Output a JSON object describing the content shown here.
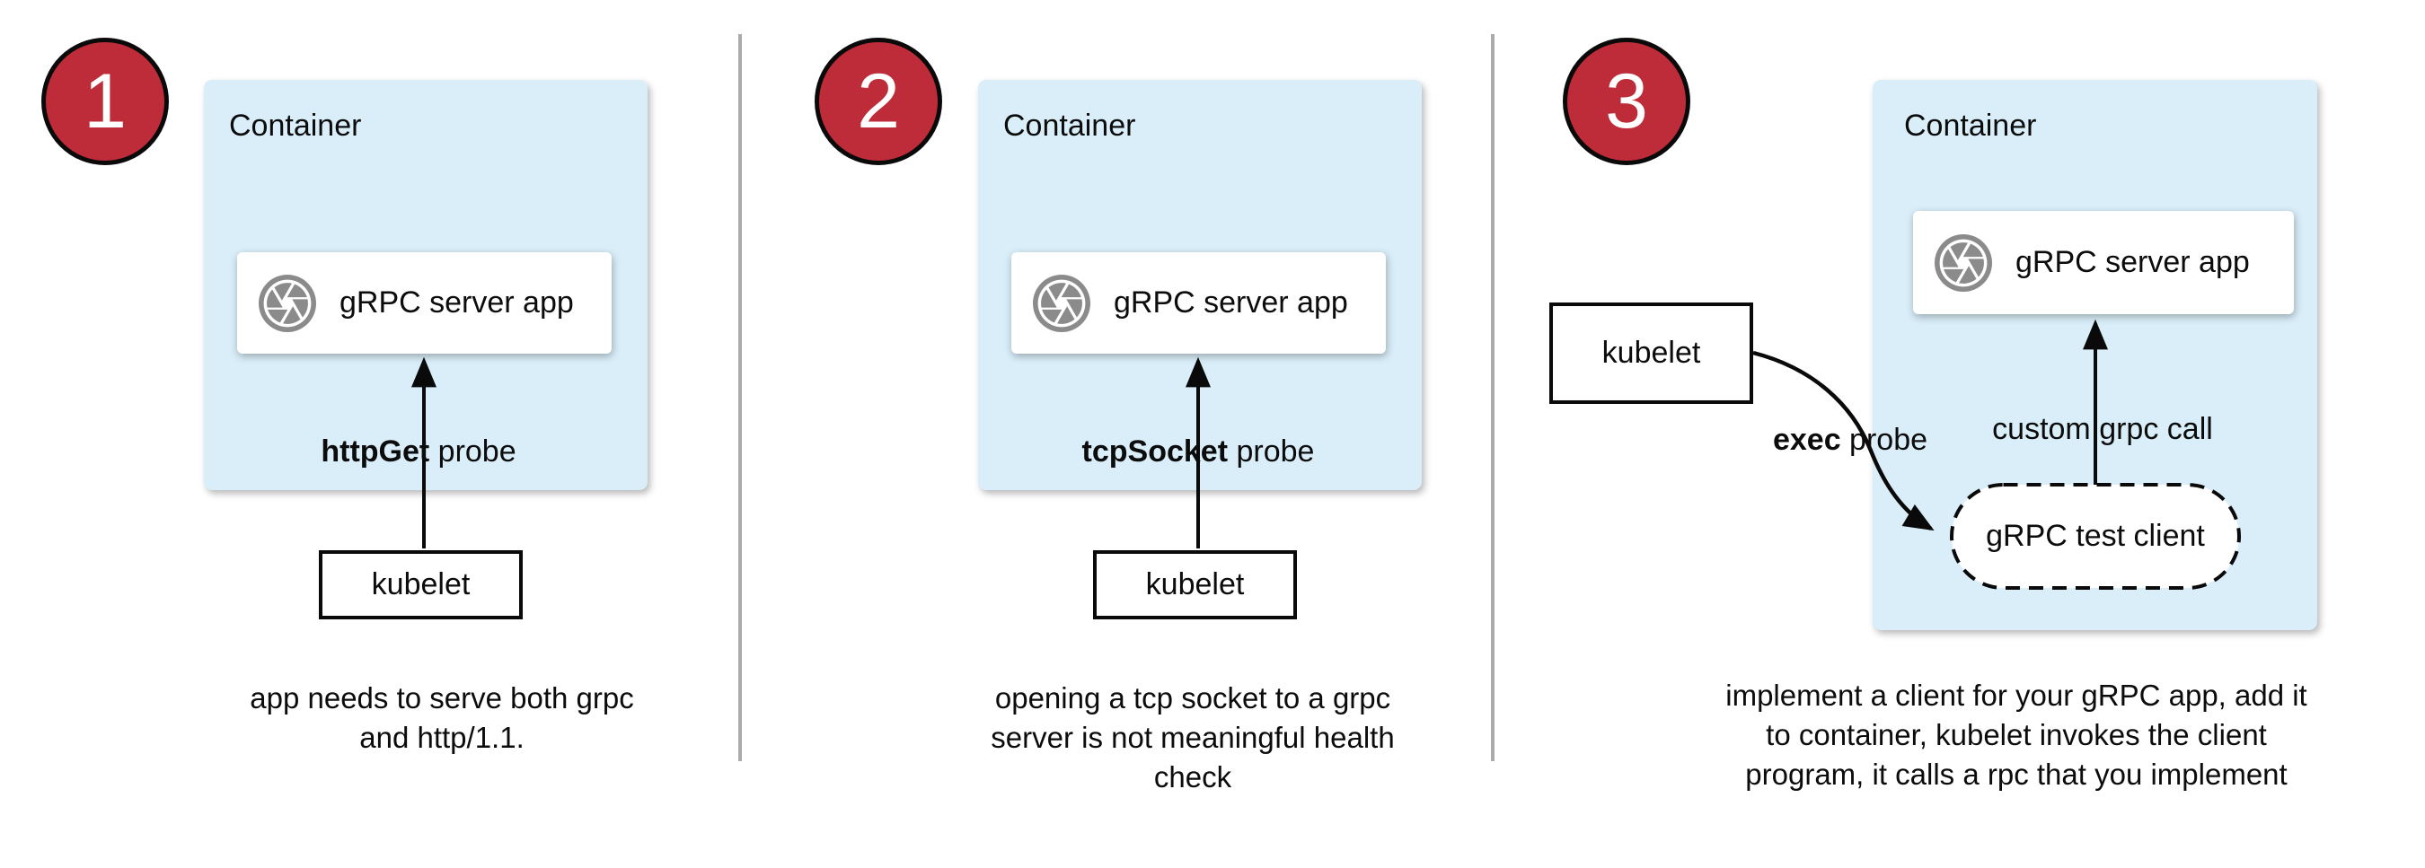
{
  "colors": {
    "accent_red": "#bf2c39",
    "container_blue": "#d9eef9",
    "icon_gray": "#8b8b8b",
    "divider_gray": "#ababab"
  },
  "panels": [
    {
      "number": "1",
      "container_label": "Container",
      "app_label": "gRPC server app",
      "app_icon": "aperture-icon",
      "probe_bold": "httpGet",
      "probe_rest": " probe",
      "kubelet_label": "kubelet",
      "caption": "app needs to serve both grpc\nand http/1.1."
    },
    {
      "number": "2",
      "container_label": "Container",
      "app_label": "gRPC server app",
      "app_icon": "aperture-icon",
      "probe_bold": "tcpSocket",
      "probe_rest": " probe",
      "kubelet_label": "kubelet",
      "caption": "opening a tcp socket to a grpc\nserver is not meaningful health\ncheck"
    },
    {
      "number": "3",
      "container_label": "Container",
      "app_label": "gRPC server app",
      "app_icon": "aperture-icon",
      "probe_bold": "exec",
      "probe_rest": " probe",
      "kubelet_label": "kubelet",
      "call_label": "custom grpc call",
      "client_label": "gRPC test client",
      "caption": "implement a client for your gRPC app, add it\nto container, kubelet invokes the client\nprogram, it calls a rpc that you implement"
    }
  ]
}
